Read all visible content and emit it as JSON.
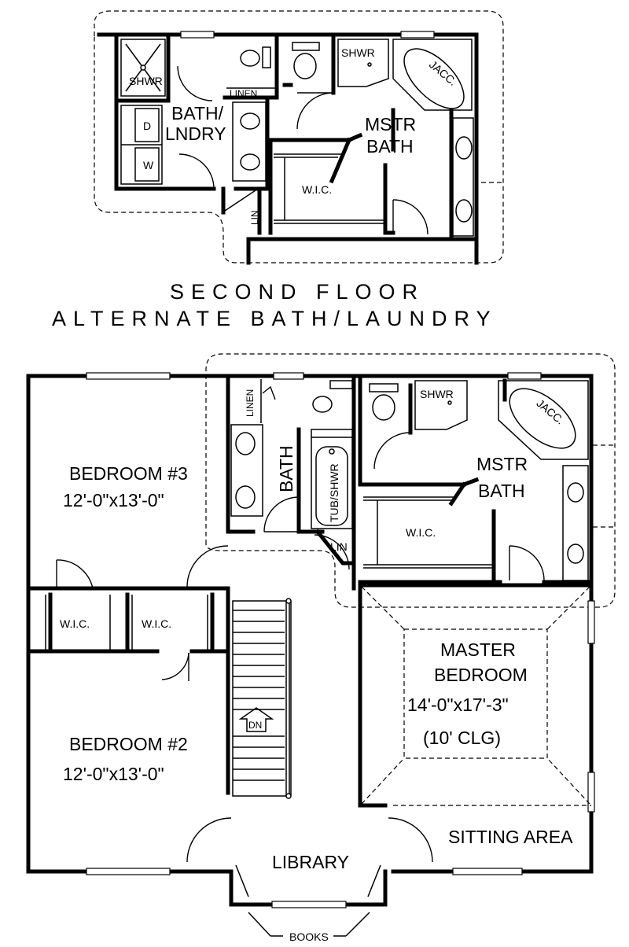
{
  "captions": {
    "line1": "SECOND FLOOR",
    "line2": "ALTERNATE BATH/LAUNDRY"
  },
  "alt_plan": {
    "shwr": "SHWR",
    "bath": "BATH/",
    "lndry": "LNDRY",
    "linen": "LINEN",
    "d": "D",
    "w": "W",
    "lin": "LIN",
    "mstr_shwr": "SHWR",
    "jacc": "JACC.",
    "mstr": "MSTR",
    "mstr_bath": "BATH",
    "wic": "W.I.C."
  },
  "main_plan": {
    "bedroom3_name": "BEDROOM #3",
    "bedroom3_size": "12'-0\"x13'-0\"",
    "linen": "LINEN",
    "bath": "BATH",
    "tub": "TUB/SHWR",
    "shwr": "SHWR",
    "jacc": "JACC.",
    "mstr": "MSTR",
    "mstr_bath": "BATH",
    "wic_master": "W.I.C.",
    "lin": "LIN",
    "wic_left": "W.I.C.",
    "wic_right": "W.I.C.",
    "master_1": "MASTER",
    "master_2": "BEDROOM",
    "master_size": "14'-0\"x17'-3\"",
    "master_clg": "(10'  CLG)",
    "dn": "DN",
    "bedroom2_name": "BEDROOM #2",
    "bedroom2_size": "12'-0\"x13'-0\"",
    "sitting": "SITTING AREA",
    "library": "LIBRARY",
    "books": "BOOKS"
  }
}
